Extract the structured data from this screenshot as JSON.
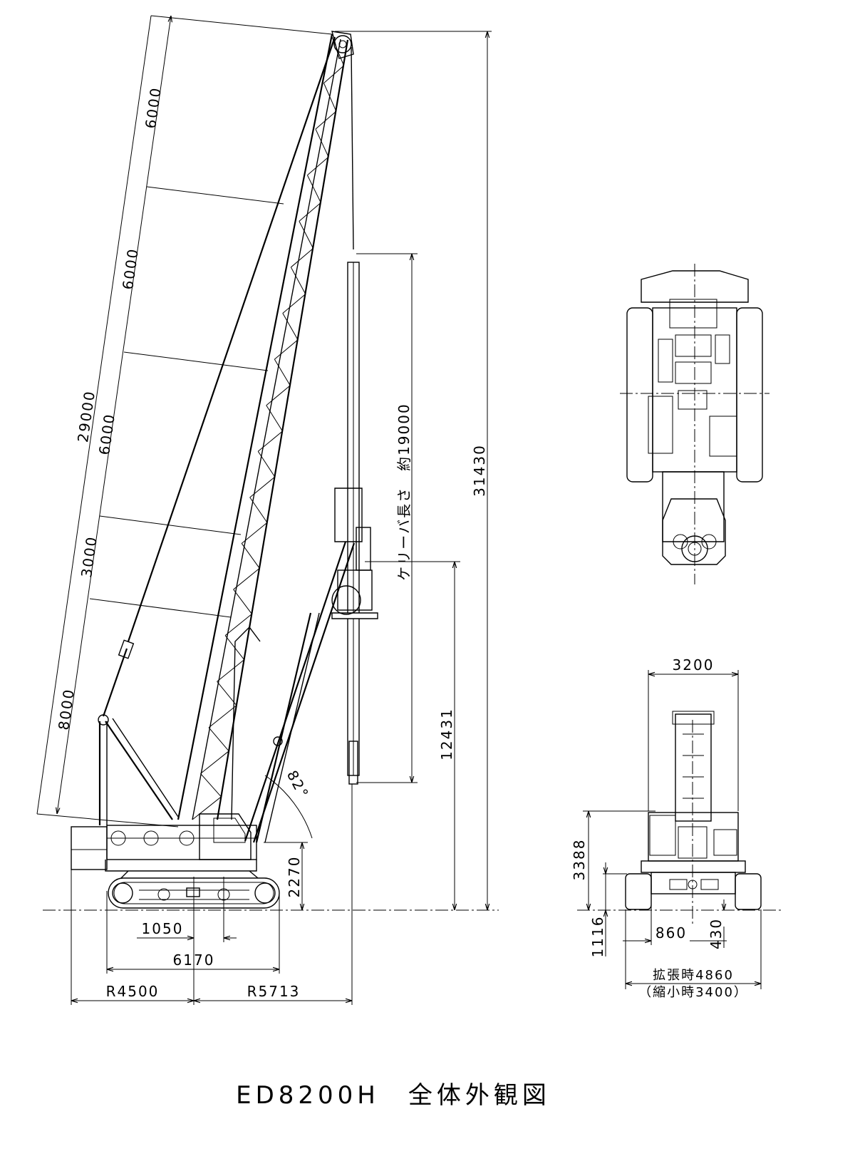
{
  "title": "ED8200H　全体外観図",
  "side_view": {
    "boom_segments": [
      "6000",
      "6000",
      "6000",
      "3000",
      "8000"
    ],
    "boom_total": "29000",
    "overall_height": "31430",
    "kelly_label": "ケリーバ長さ　約19000",
    "kelly_bottom_height": "12431",
    "boom_angle": "82°",
    "pivot_height": "2270",
    "dim_1050": "1050",
    "track_length": "6170",
    "rear_radius": "R4500",
    "front_radius": "R5713"
  },
  "rear_view": {
    "width": "3200",
    "height": "3388",
    "clearance": "1116",
    "dim_860": "860",
    "dim_430": "430",
    "extended": "拡張時4860",
    "retracted": "（縮小時3400）"
  }
}
